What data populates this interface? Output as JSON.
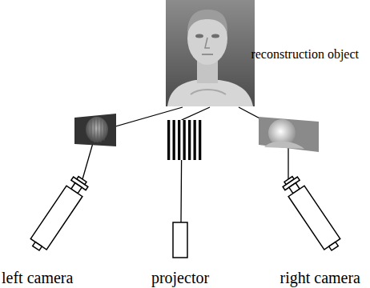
{
  "diagram": {
    "nodes": [
      {
        "text": [
          "reconstruction object"
        ]
      },
      {
        "text": [
          "left camera"
        ]
      },
      {
        "text": [
          "projector"
        ]
      },
      {
        "text": [
          "right camera"
        ]
      }
    ],
    "edges": [
      {
        "from": 0,
        "to": 1,
        "arrow": "none"
      },
      {
        "from": 0,
        "to": 2,
        "arrow": "none"
      },
      {
        "from": 0,
        "to": 3,
        "arrow": "none"
      }
    ]
  }
}
